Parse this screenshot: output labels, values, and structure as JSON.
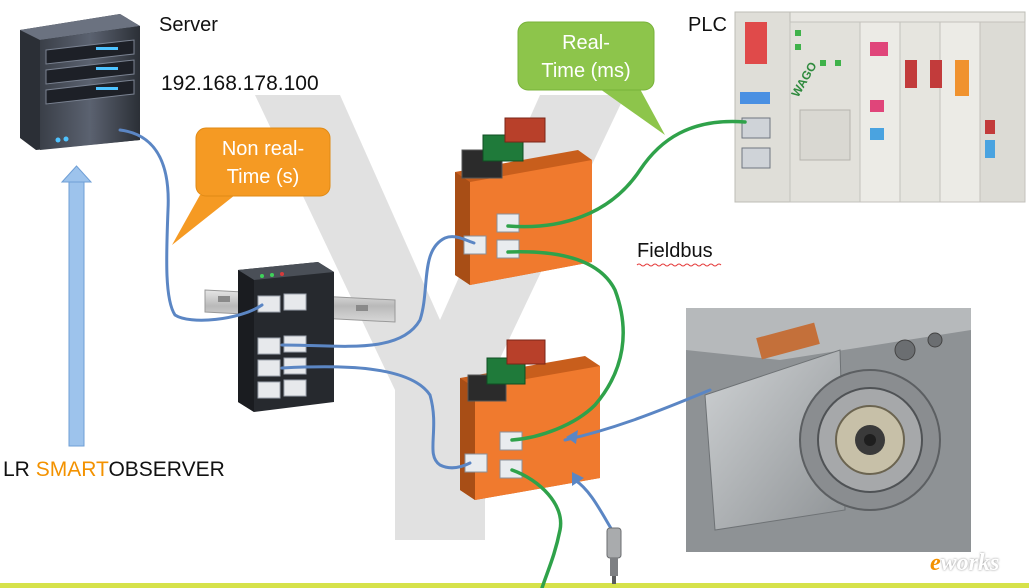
{
  "labels": {
    "server": "Server",
    "server_ip": "192.168.178.100",
    "plc": "PLC",
    "fieldbus": "Fieldbus",
    "observer_prefix": "LR ",
    "observer_highlight": "SMART",
    "observer_suffix": "OBSERVER"
  },
  "callouts": {
    "non_realtime_line1": "Non real-",
    "non_realtime_line2": "Time (s)",
    "realtime_line1": "Real-",
    "realtime_line2": "Time (ms)"
  },
  "plc_brand": "WAGO",
  "watermark": {
    "e": "e",
    "rest": "works"
  },
  "colors": {
    "orange_callout": "#f59a23",
    "green_callout": "#8dc54b",
    "blue_cable": "#5b86c4",
    "green_cable": "#2fa24a",
    "device_orange": "#f07a2e",
    "arrow_blue": "#9dc3ec",
    "highlight_text": "#f39200"
  }
}
